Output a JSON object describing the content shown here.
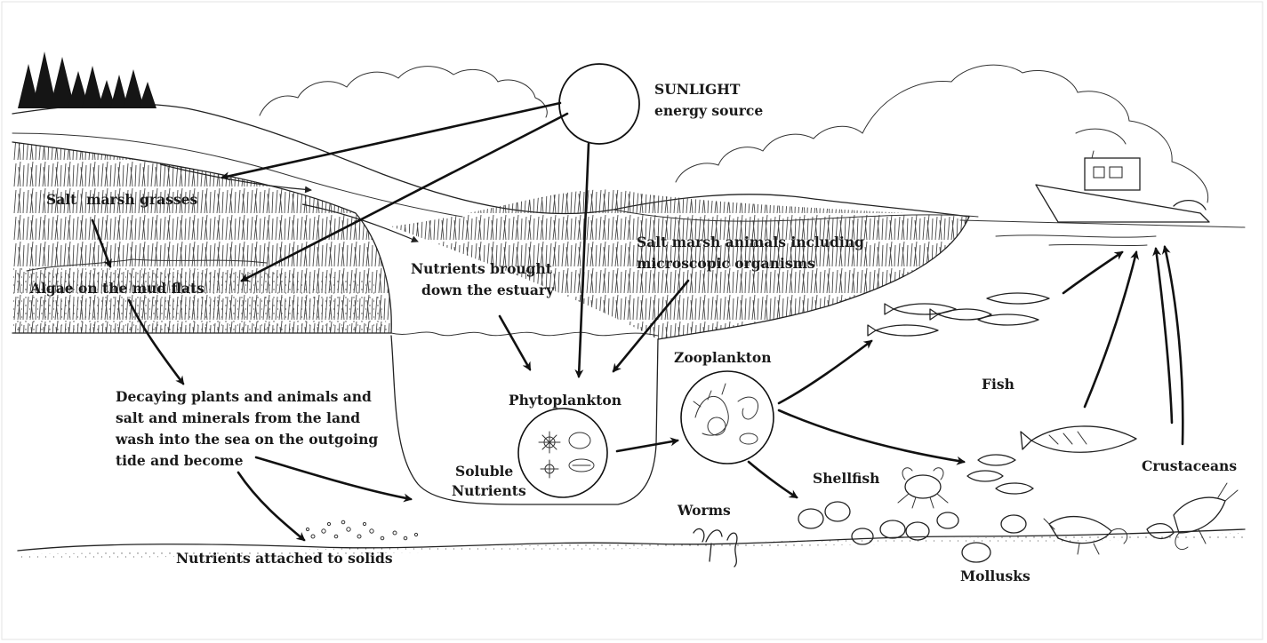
{
  "labels": {
    "sunlight_title": "SUNLIGHT",
    "sunlight_sub": "energy source",
    "salt_marsh_grasses": "Salt  marsh grasses",
    "algae": "Algae on the mud flats",
    "nutrients_estuary_1": "Nutrients brought",
    "nutrients_estuary_2": "down the estuary",
    "marsh_animals_1": "Salt marsh animals including",
    "marsh_animals_2": "microscopic organisms",
    "decaying_1": "Decaying plants and animals and",
    "decaying_2": "salt and minerals from the land",
    "decaying_3": "wash into the sea on the outgoing",
    "decaying_4": "tide and become",
    "phytoplankton": "Phytoplankton",
    "soluble_1": "Soluble",
    "soluble_2": "Nutrients",
    "zooplankton": "Zooplankton",
    "fish": "Fish",
    "shellfish": "Shellfish",
    "worms": "Worms",
    "crustaceans": "Crustaceans",
    "mollusks": "Mollusks",
    "nutrients_solids": "Nutrients attached to solids"
  },
  "icons": {
    "sun": "sun-icon",
    "trees": "tree-icon",
    "boat": "boat-icon",
    "fish": "fish-icon",
    "lobster": "lobster-icon",
    "crab": "crab-icon",
    "clam": "clam-icon",
    "worm": "worm-icon"
  },
  "colors": {
    "ink": "#1a1a1a",
    "paper": "#ffffff"
  }
}
